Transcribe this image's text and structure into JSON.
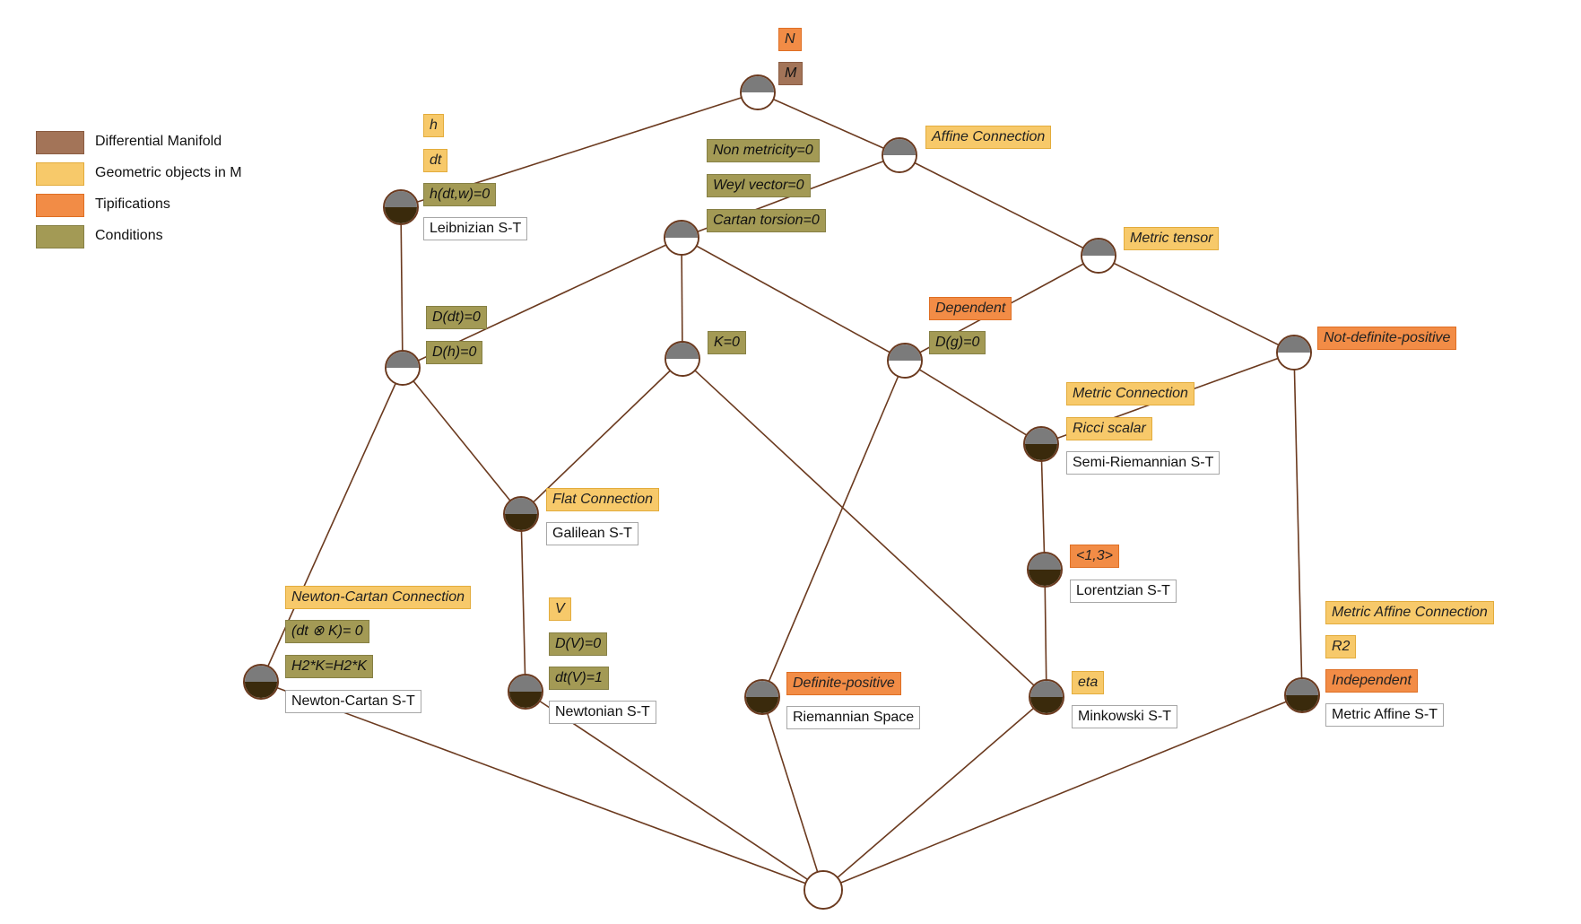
{
  "legend": {
    "items": [
      {
        "label": "Differential Manifold",
        "color": "#a37458"
      },
      {
        "label": "Geometric objects in M",
        "color": "#f7c96a"
      },
      {
        "label": "Tipifications",
        "color": "#f28c46"
      },
      {
        "label": "Conditions",
        "color": "#a39a55"
      }
    ]
  },
  "colors": {
    "edge": "#6b3a1f",
    "node_top": "#7b7b7b",
    "node_bottom_dark": "#3a2a0c",
    "manifold": "#a37458",
    "geometric": "#f7c96a",
    "tipification": "#f28c46",
    "condition": "#a39a55",
    "name_box": "#ffffff"
  },
  "labels": {
    "root_N": "N",
    "root_M": "M",
    "affine_connection": "Affine Connection",
    "h": "h",
    "dt": "dt",
    "h_dt_w": "h(dt,w)=0",
    "leibnizian": "Leibnizian S-T",
    "non_metricity": "Non metricity=0",
    "weyl_vector": "Weyl vector=0",
    "cartan_torsion": "Cartan torsion=0",
    "metric_tensor": "Metric tensor",
    "dependent": "Dependent",
    "d_g": "D(g)=0",
    "not_definite_positive": "Not-definite-positive",
    "d_dt": "D(dt)=0",
    "d_h": "D(h)=0",
    "k0": "K=0",
    "metric_connection": "Metric Connection",
    "ricci_scalar": "Ricci scalar",
    "semi_riemannian": "Semi-Riemannian S-T",
    "flat_connection": "Flat Connection",
    "galilean": "Galilean S-T",
    "sig_13": "<1,3>",
    "lorentzian": "Lorentzian S-T",
    "newton_cartan_connection": "Newton-Cartan Connection",
    "dt_k": "(dt ⊗ K)= 0",
    "h2k": "H2*K=H2*K",
    "newton_cartan": "Newton-Cartan S-T",
    "v": "V",
    "d_v": "D(V)=0",
    "dt_v": "dt(V)=1",
    "newtonian": "Newtonian S-T",
    "definite_positive": "Definite-positive",
    "riemannian": "Riemannian Space",
    "eta": "eta",
    "minkowski": "Minkowski S-T",
    "metric_affine_connection": "Metric Affine Connection",
    "r2": "R2",
    "independent": "Independent",
    "metric_affine": "Metric Affine S-T"
  }
}
